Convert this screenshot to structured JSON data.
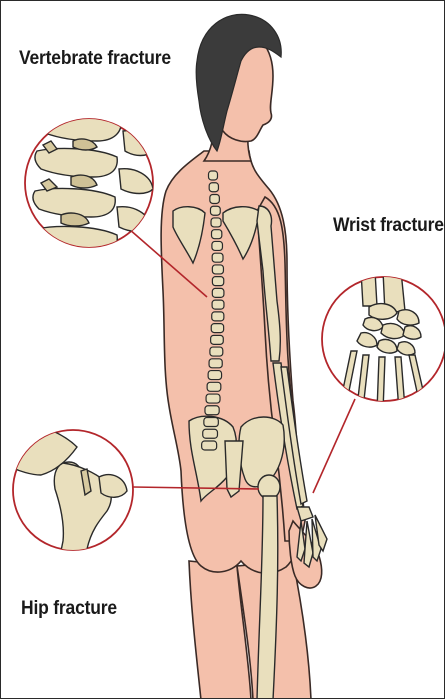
{
  "labels": {
    "vertebrate": "Vertebrate fracture",
    "wrist": "Wrist fracture",
    "hip": "Hip fracture"
  },
  "colors": {
    "skin": "#f4c0ab",
    "skin_outline": "#3a2a26",
    "hair": "#3b3b3b",
    "bone": "#e9dfbd",
    "bone_outline": "#2a2a2a",
    "callout": "#b3262b",
    "inset_bg": "#ffffff"
  },
  "icons": [
    "human-figure",
    "vertebra-closeup",
    "wrist-bones-closeup",
    "hip-joint-closeup"
  ]
}
